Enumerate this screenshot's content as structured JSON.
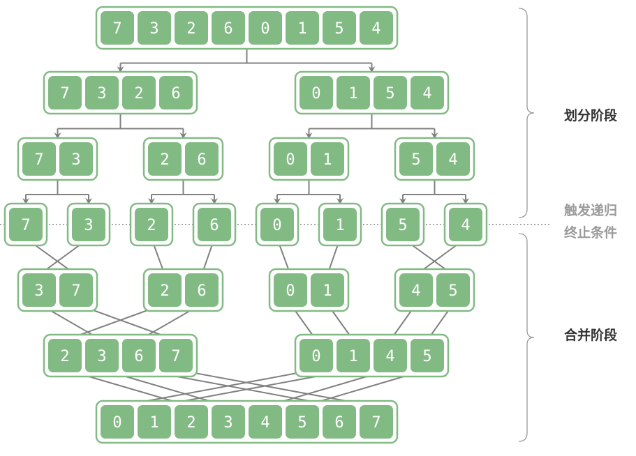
{
  "diagram": {
    "title": "Merge sort divide and merge phases",
    "colors": {
      "cell": "#82ba84",
      "border": "#82ba84",
      "arrow": "#808080",
      "text": "#ffffff"
    },
    "split_levels": [
      [
        [
          7,
          3,
          2,
          6,
          0,
          1,
          5,
          4
        ]
      ],
      [
        [
          7,
          3,
          2,
          6
        ],
        [
          0,
          1,
          5,
          4
        ]
      ],
      [
        [
          7,
          3
        ],
        [
          2,
          6
        ],
        [
          0,
          1
        ],
        [
          5,
          4
        ]
      ],
      [
        [
          7
        ],
        [
          3
        ],
        [
          2
        ],
        [
          6
        ],
        [
          0
        ],
        [
          1
        ],
        [
          5
        ],
        [
          4
        ]
      ]
    ],
    "merge_levels": [
      [
        [
          3,
          7
        ],
        [
          2,
          6
        ],
        [
          0,
          1
        ],
        [
          4,
          5
        ]
      ],
      [
        [
          2,
          3,
          6,
          7
        ],
        [
          0,
          1,
          4,
          5
        ]
      ],
      [
        [
          0,
          1,
          2,
          3,
          4,
          5,
          6,
          7
        ]
      ]
    ]
  },
  "labels": {
    "divide_phase": "划分阶段",
    "termination_line1": "触发递归",
    "termination_line2": "终止条件",
    "merge_phase": "合并阶段"
  }
}
